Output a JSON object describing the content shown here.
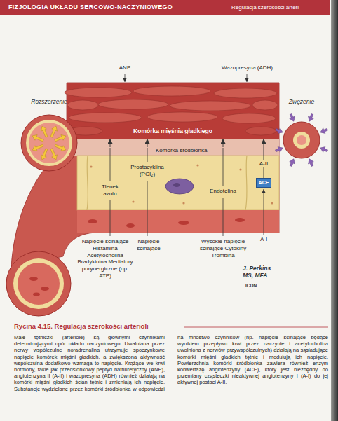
{
  "diagram": {
    "title": "Rycina 4.15. Regulacja szerokości arterioli",
    "caption": "Małe tętniczki (arteriole) są głównymi czynnikami determinującymi opór układu naczyniowego. Uwalniana przez nerwy współczulne noradrenalina utrzymuje spoczynkowe napięcie komórek mięśni gładkich, a zwiększona aktywność współczulna dodatkowo wzmaga to napięcie. Krążące we krwi hormony, takie jak przedsionkowy peptyd natriuretyczny (ANP), angiotenzyna II (A-II) i wazopresyna (ADH) również działają na komórki mięśni gładkich ścian tętnic i zmieniają ich napięcie. Substancje wydzielane przez komórki śródbłonka w odpowiedzi na mnóstwo czynników (np. napięcie ścinające będące wynikiem przepływu krwi przez naczynie i acetylocholina uwolniona z nerwów przywspółczulnych) działają na sąsiadujące komórki mięśni gładkich tętnic i modulują ich napięcie. Powierzchnia komórki śródbłonka zawiera również enzym konwertazę angiotenzyny (ACE), który jest niezbędny do przemiany cząsteczki nieaktywnej angiotenzyny I (A-I) do jej aktywnej postaci A-II.",
    "nodes": [
      {
        "text": [
          "Rozszerzenie"
        ]
      },
      {
        "text": [
          "Komórka mięśnia gładkiego"
        ]
      },
      {
        "text": [
          "Zwężenie"
        ]
      },
      {
        "text": [
          "Komórka śródbłonka",
          "Prostacyklina (PGI₂)",
          "Tlenek azotu",
          "Endotelina"
        ]
      },
      {
        "text": [
          "ACE"
        ],
        "in": 3
      }
    ],
    "edges": [
      {
        "from": 3,
        "to": 1,
        "arrow": "to"
      },
      {
        "from": 3,
        "to": 1,
        "arrow": "to"
      },
      {
        "from": 3,
        "to": 1,
        "arrow": "to"
      },
      {
        "from": 4,
        "to": 1,
        "arrow": "to",
        "label": "A-II"
      }
    ],
    "labels": [
      "FIZJOLOGIA UKŁADU SERCOWO-NACZYNIOWEGO",
      "Regulacja szerokości arteri",
      "ANP",
      "Wazopresyna (ADH)",
      "Napięcie ścinające Histamina Acetylocholina Bradykinina Mediatory purynergiczne (np. ATP)",
      "Napięcie ścinające",
      "Wysokie napięcie ścinające Cytokiny Trombina",
      "A-I",
      "J. Perkins MS, MFA",
      "ICON"
    ]
  }
}
